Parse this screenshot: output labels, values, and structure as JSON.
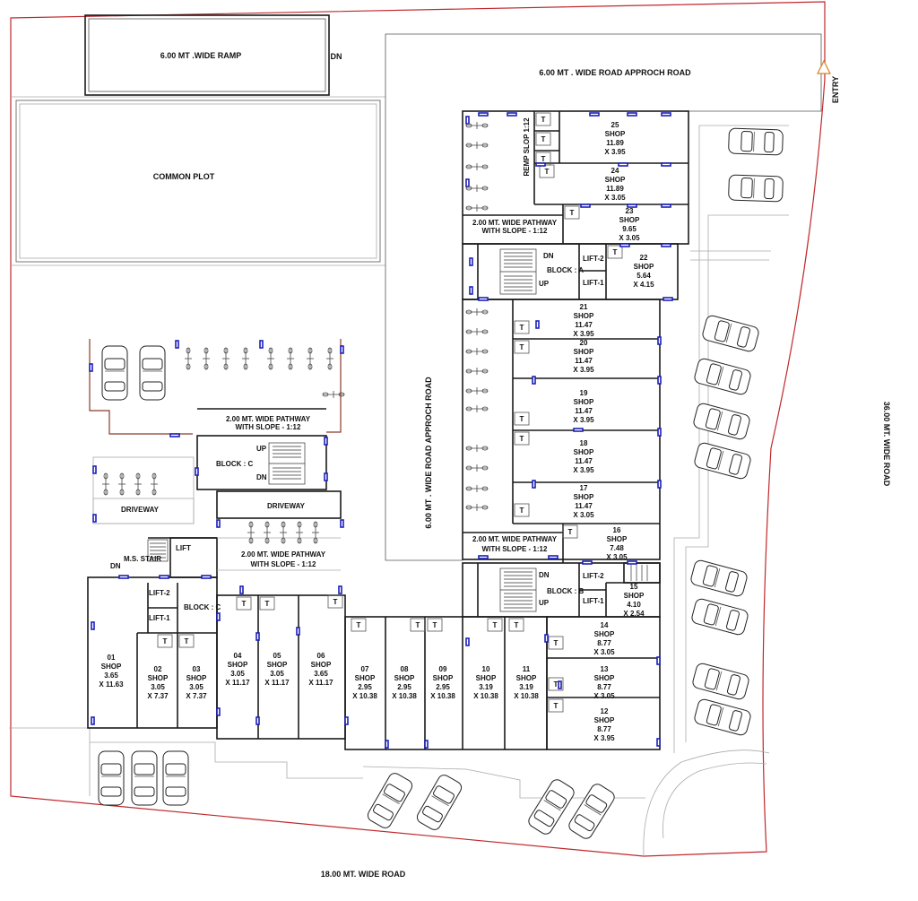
{
  "roads": {
    "top_ramp": "6.00 MT .WIDE RAMP",
    "top_ramp_dn": "DN",
    "approach_top": "6.00  MT . WIDE ROAD  APPROCH  ROAD",
    "approach_vertical": "6.00  MT . WIDE ROAD  APPROCH  ROAD",
    "entry": "ENTRY",
    "road_east": "36.00 MT. WIDE ROAD",
    "road_south": "18.00 MT. WIDE ROAD",
    "ramp_slope": "REMP SLOP 1:12"
  },
  "areas": {
    "common_plot": "COMMON PLOT",
    "driveway_left": "DRIVEWAY",
    "driveway_center": "DRIVEWAY"
  },
  "pathways": {
    "a_top_1": "2.00 MT. WIDE PATHWAY",
    "a_top_2": "WITH SLOPE - 1:12",
    "b_top_1": "2.00 MT. WIDE PATHWAY",
    "b_top_2": "WITH SLOPE - 1:12",
    "c_top_1": "2.00 MT. WIDE PATHWAY",
    "c_top_2": "WITH SLOPE - 1:12",
    "c_bot_1": "2.00 MT. WIDE PATHWAY",
    "c_bot_2": "WITH SLOPE - 1:12"
  },
  "blocks": {
    "a": {
      "label": "BLOCK : A",
      "lift1": "LIFT-1",
      "lift2": "LIFT-2",
      "up": "UP",
      "dn": "DN"
    },
    "b": {
      "label": "BLOCK : B",
      "lift1": "LIFT-1",
      "lift2": "LIFT-2",
      "up": "UP",
      "dn": "DN"
    },
    "c_upper": {
      "label": "BLOCK : C",
      "up": "UP",
      "dn": "DN"
    },
    "c_lower": {
      "label": "BLOCK : C",
      "lift1": "LIFT-1",
      "lift2": "LIFT-2",
      "lift": "LIFT",
      "ms_stair": "M.S. STAIR",
      "dn": "DN"
    }
  },
  "toilet": "T",
  "shops": [
    {
      "id": "25",
      "label": "SHOP",
      "w": "11.89",
      "d": "X 3.95"
    },
    {
      "id": "24",
      "label": "SHOP",
      "w": "11.89",
      "d": "X 3.05"
    },
    {
      "id": "23",
      "label": "SHOP",
      "w": "9.65",
      "d": "X 3.05"
    },
    {
      "id": "22",
      "label": "SHOP",
      "w": "5.64",
      "d": "X 4.15"
    },
    {
      "id": "21",
      "label": "SHOP",
      "w": "11.47",
      "d": "X 3.95"
    },
    {
      "id": "20",
      "label": "SHOP",
      "w": "11.47",
      "d": "X 3.95"
    },
    {
      "id": "19",
      "label": "SHOP",
      "w": "11.47",
      "d": "X 3.95"
    },
    {
      "id": "18",
      "label": "SHOP",
      "w": "11.47",
      "d": "X 3.95"
    },
    {
      "id": "17",
      "label": "SHOP",
      "w": "11.47",
      "d": "X 3.05"
    },
    {
      "id": "16",
      "label": "SHOP",
      "w": "7.48",
      "d": "X 3.05"
    },
    {
      "id": "15",
      "label": "SHOP",
      "w": "4.10",
      "d": "X 2.54"
    },
    {
      "id": "14",
      "label": "SHOP",
      "w": "8.77",
      "d": "X 3.05"
    },
    {
      "id": "13",
      "label": "SHOP",
      "w": "8.77",
      "d": "X 3.05"
    },
    {
      "id": "12",
      "label": "SHOP",
      "w": "8.77",
      "d": "X 3.95"
    },
    {
      "id": "11",
      "label": "SHOP",
      "w": "3.19",
      "d": "X 10.38"
    },
    {
      "id": "10",
      "label": "SHOP",
      "w": "3.19",
      "d": "X 10.38"
    },
    {
      "id": "09",
      "label": "SHOP",
      "w": "2.95",
      "d": "X 10.38"
    },
    {
      "id": "08",
      "label": "SHOP",
      "w": "2.95",
      "d": "X 10.38"
    },
    {
      "id": "07",
      "label": "SHOP",
      "w": "2.95",
      "d": "X 10.38"
    },
    {
      "id": "06",
      "label": "SHOP",
      "w": "3.65",
      "d": "X 11.17"
    },
    {
      "id": "05",
      "label": "SHOP",
      "w": "3.05",
      "d": "X 11.17"
    },
    {
      "id": "04",
      "label": "SHOP",
      "w": "3.05",
      "d": "X 11.17"
    },
    {
      "id": "03",
      "label": "SHOP",
      "w": "3.05",
      "d": "X 7.37"
    },
    {
      "id": "02",
      "label": "SHOP",
      "w": "3.05",
      "d": "X 7.37"
    },
    {
      "id": "01",
      "label": "SHOP",
      "w": "3.65",
      "d": "X 11.63"
    }
  ]
}
